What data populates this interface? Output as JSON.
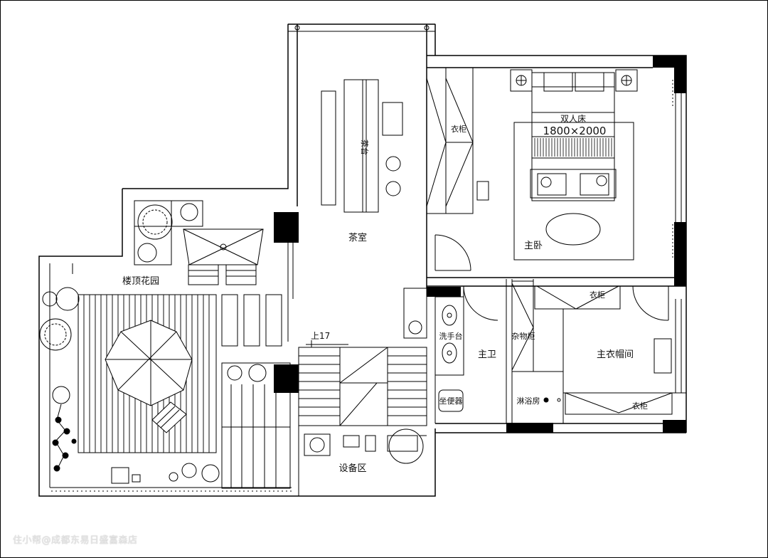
{
  "rooms": {
    "tea_room": "茶室",
    "tea_table": "茶台",
    "master_bedroom": "主卧",
    "bed_label": "双人床",
    "bed_size": "1800×2000",
    "wardrobe": "衣柜",
    "rooftop_garden": "楼顶花园",
    "stair_label": "上17",
    "wash_basin": "洗手台",
    "master_bath": "主卫",
    "storage_cabinet": "杂物柜",
    "walk_in_closet": "主衣帽间",
    "shower_room": "淋浴房",
    "toilet": "坐便器",
    "equipment_area": "设备区"
  },
  "watermark": "住小帮@成都东易日盛富森店"
}
